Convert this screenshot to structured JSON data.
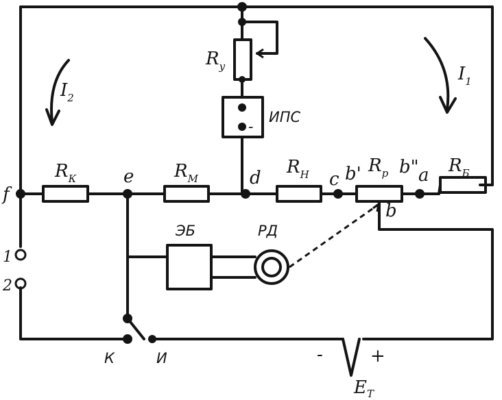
{
  "labels": {
    "ry": "R",
    "ry_sub": "у",
    "i2": "I",
    "i2_sub": "2",
    "i1": "I",
    "i1_sub": "1",
    "ips": "ИПС",
    "ips_minus": "-",
    "rk": "R",
    "rk_sub": "К",
    "rm": "R",
    "rm_sub": "М",
    "rn": "R",
    "rn_sub": "Н",
    "rp": "R",
    "rp_sub": "р",
    "rb": "R",
    "rb_sub": "Б",
    "node_f": "f",
    "node_e": "e",
    "node_d": "d",
    "node_c": "c",
    "node_b1": "b'",
    "node_b2": "b\"",
    "node_a": "a",
    "node_b": "b",
    "eb": "ЭБ",
    "rd": "РД",
    "term_1": "1",
    "term_2": "2",
    "switch_k": "К",
    "switch_i": "И",
    "bat_minus": "-",
    "bat_plus": "+",
    "bat_e": "E",
    "bat_e_sub": "T"
  }
}
